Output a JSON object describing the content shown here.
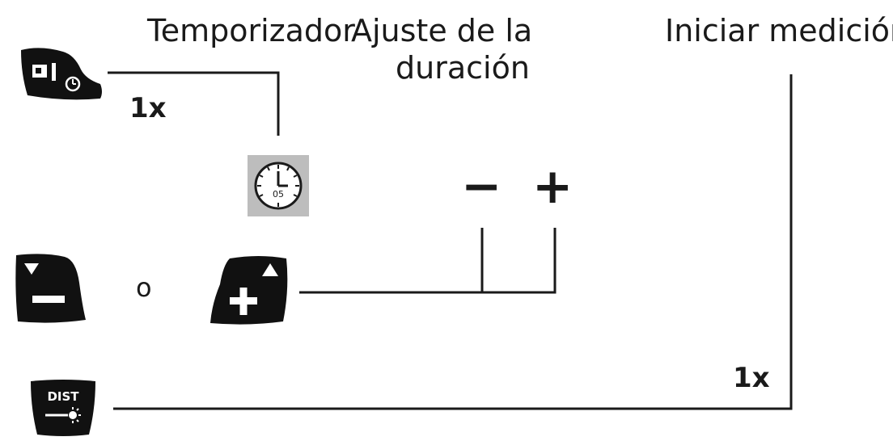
{
  "labels": {
    "timer": "Temporizador",
    "duration_line1": "Ajuste de la",
    "duration_line2": "duración",
    "start": "Iniciar medición"
  },
  "steps": {
    "timer_count": "1x",
    "or": "o",
    "start_count": "1x"
  },
  "symbols": {
    "minus": "−",
    "plus": "+"
  },
  "buttons": {
    "dist_text": "DIST"
  },
  "timer_display": {
    "value": "05"
  },
  "colors": {
    "button_fill": "#111111",
    "line": "#1a1a1a",
    "display_bg": "#bdbdbd"
  }
}
